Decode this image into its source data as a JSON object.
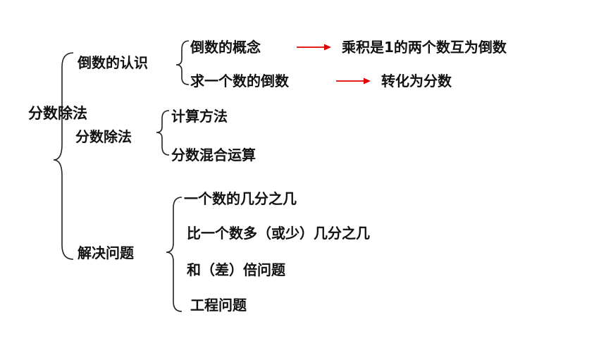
{
  "root": "分数除法",
  "colors": {
    "arrow": "#e00000",
    "text": "#111111",
    "bracket": "#222222"
  },
  "branches": [
    {
      "label": "倒数的认识",
      "items": [
        {
          "label": "倒数的概念",
          "result": "乘积是1的两个数互为倒数"
        },
        {
          "label": "求一个数的倒数",
          "result": "转化为分数"
        }
      ]
    },
    {
      "label": "分数除法",
      "items": [
        {
          "label": "计算方法"
        },
        {
          "label": "分数混合运算"
        }
      ]
    },
    {
      "label": "解决问题",
      "items": [
        {
          "label": "一个数的几分之几"
        },
        {
          "label": "比一个数多（或少）几分之几"
        },
        {
          "label": "和（差）倍问题"
        },
        {
          "label": "工程问题"
        }
      ]
    }
  ]
}
